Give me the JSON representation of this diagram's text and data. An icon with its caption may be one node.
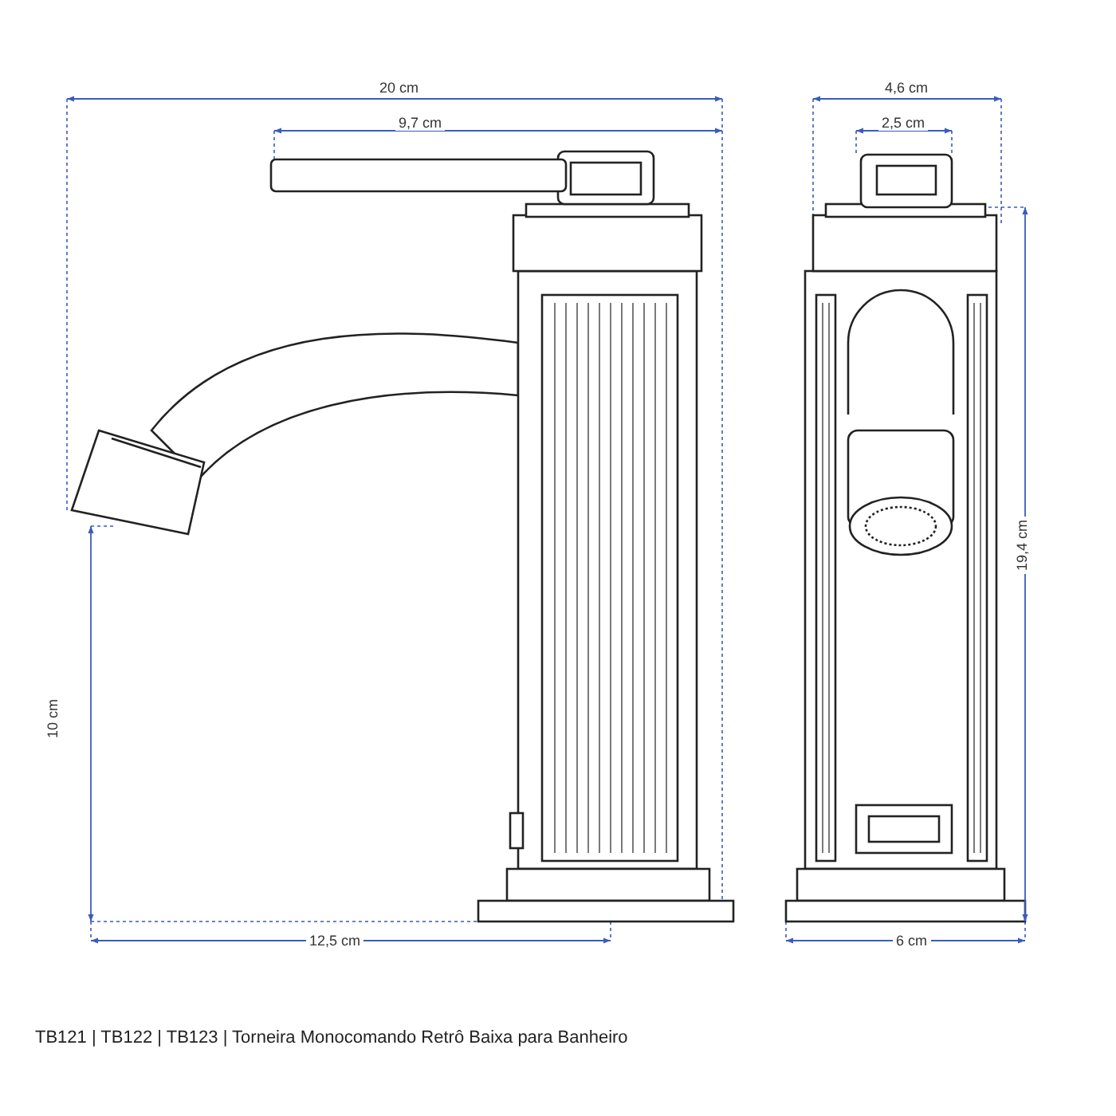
{
  "diagram": {
    "caption": "TB121 | TB122 | TB123 | Torneira Monocomando Retrô Baixa para Banheiro",
    "labels": [
      "20 cm",
      "9,7 cm",
      "10 cm",
      "12,5 cm",
      "4,6 cm",
      "2,5 cm",
      "19,4 cm",
      "6 cm"
    ]
  }
}
